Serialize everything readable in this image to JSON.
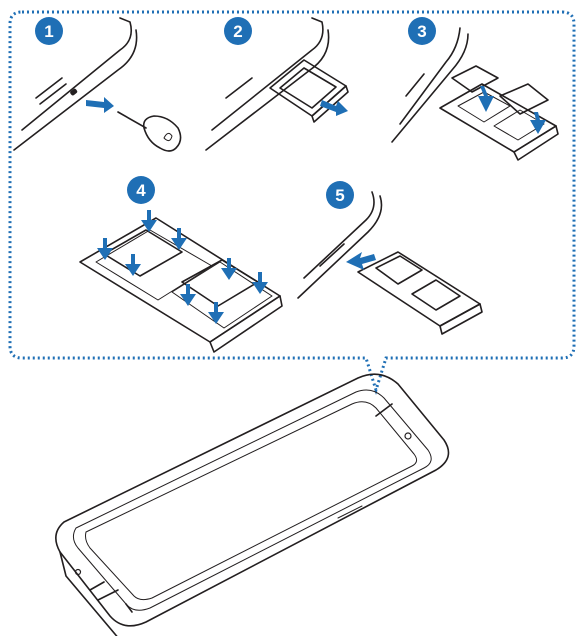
{
  "colors": {
    "accent": "#1f6fb5",
    "card": "#8c8e91",
    "tray_fill": "#ececec",
    "line": "#231f20"
  },
  "steps": [
    {
      "number": "1",
      "action": "insert-ejection-pin"
    },
    {
      "number": "2",
      "action": "pull-out-tray"
    },
    {
      "number": "3",
      "action": "place-cards"
    },
    {
      "number": "4",
      "action": "press-cards-into-tray"
    },
    {
      "number": "5",
      "action": "insert-tray"
    }
  ]
}
